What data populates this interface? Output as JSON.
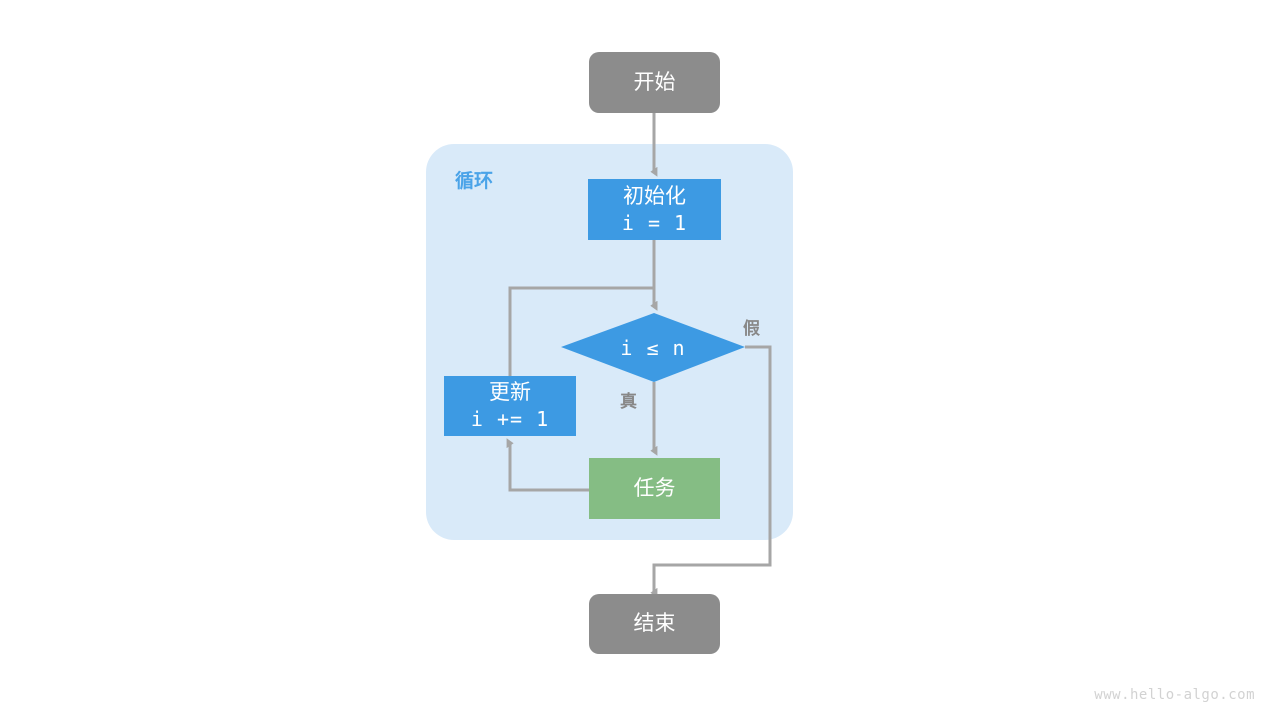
{
  "diagram": {
    "title_watermark": "www.hello-algo.com",
    "background": "#ffffff",
    "colors": {
      "terminal_fill": "#8c8c8c",
      "process_fill": "#3d9ae3",
      "decision_fill": "#3d9ae3",
      "task_fill": "#85bd84",
      "group_fill": "#d9eaf9",
      "group_label_color": "#4aa3e8",
      "edge_color": "#a6a6a6",
      "edge_label_color": "#888888",
      "node_text_color": "#ffffff",
      "watermark_color": "#d2d2d2"
    },
    "group": {
      "label": "循环"
    },
    "nodes": {
      "start": {
        "label": "开始",
        "shape": "rounded-rectangle"
      },
      "init": {
        "label": "初始化",
        "code": "i = 1",
        "shape": "rectangle"
      },
      "decision": {
        "label": "i ≤ n",
        "shape": "diamond"
      },
      "update": {
        "label": "更新",
        "code": "i += 1",
        "shape": "rectangle"
      },
      "task": {
        "label": "任务",
        "shape": "rectangle"
      },
      "end": {
        "label": "结束",
        "shape": "rounded-rectangle"
      }
    },
    "edge_labels": {
      "true": "真",
      "false": "假"
    }
  }
}
